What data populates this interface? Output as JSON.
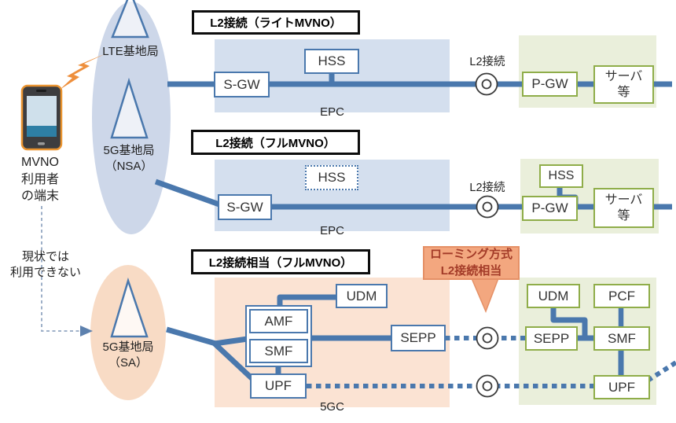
{
  "device": {
    "name_lines": [
      "MVNO",
      "利用者",
      "の端末"
    ],
    "note_lines": [
      "現状では",
      "利用できない"
    ]
  },
  "stations": {
    "lte_label": "LTE基地局",
    "nsa_lines": [
      "5G基地局",
      "（NSA）"
    ],
    "sa_lines": [
      "5G基地局",
      "（SA）"
    ]
  },
  "sections": [
    {
      "title": "L2接続（ライトMVNO）",
      "region_label": "EPC",
      "l2_label": "L2接続",
      "nodes": {
        "sgw": "S-GW",
        "hss": "HSS",
        "pgw": "P-GW",
        "server_lines": [
          "サーバ",
          "等"
        ]
      }
    },
    {
      "title": "L2接続（フルMVNO）",
      "region_label": "EPC",
      "l2_label": "L2接続",
      "nodes": {
        "hss_ghost": "HSS",
        "sgw": "S-GW",
        "hss": "HSS",
        "pgw": "P-GW",
        "server_lines": [
          "サーバ",
          "等"
        ]
      }
    },
    {
      "title": "L2接続相当（フルMVNO）",
      "region_label": "5GC",
      "callout_lines": [
        "ローミング方式",
        "L2接続相当"
      ],
      "nodes": {
        "udm": "UDM",
        "amf": "AMF",
        "smf": "SMF",
        "upf": "UPF",
        "sepp": "SEPP"
      },
      "mvno_nodes": {
        "udm": "UDM",
        "pcf": "PCF",
        "sepp": "SEPP",
        "smf": "SMF",
        "upf": "UPF"
      }
    }
  ],
  "colors": {
    "line_blue": "#4a78ad",
    "epc_fill": "#d4dfee",
    "mvno_green_fill": "#eaefdb",
    "green_border": "#8fad49",
    "core5g_fill": "#fbe3d3",
    "coverage_blue": "#cdd7e9",
    "coverage_peach": "#f8dbc5",
    "callout_fill": "#f3a77f",
    "callout_text": "#a33b28",
    "bolt_orange": "#ee8f3c"
  }
}
